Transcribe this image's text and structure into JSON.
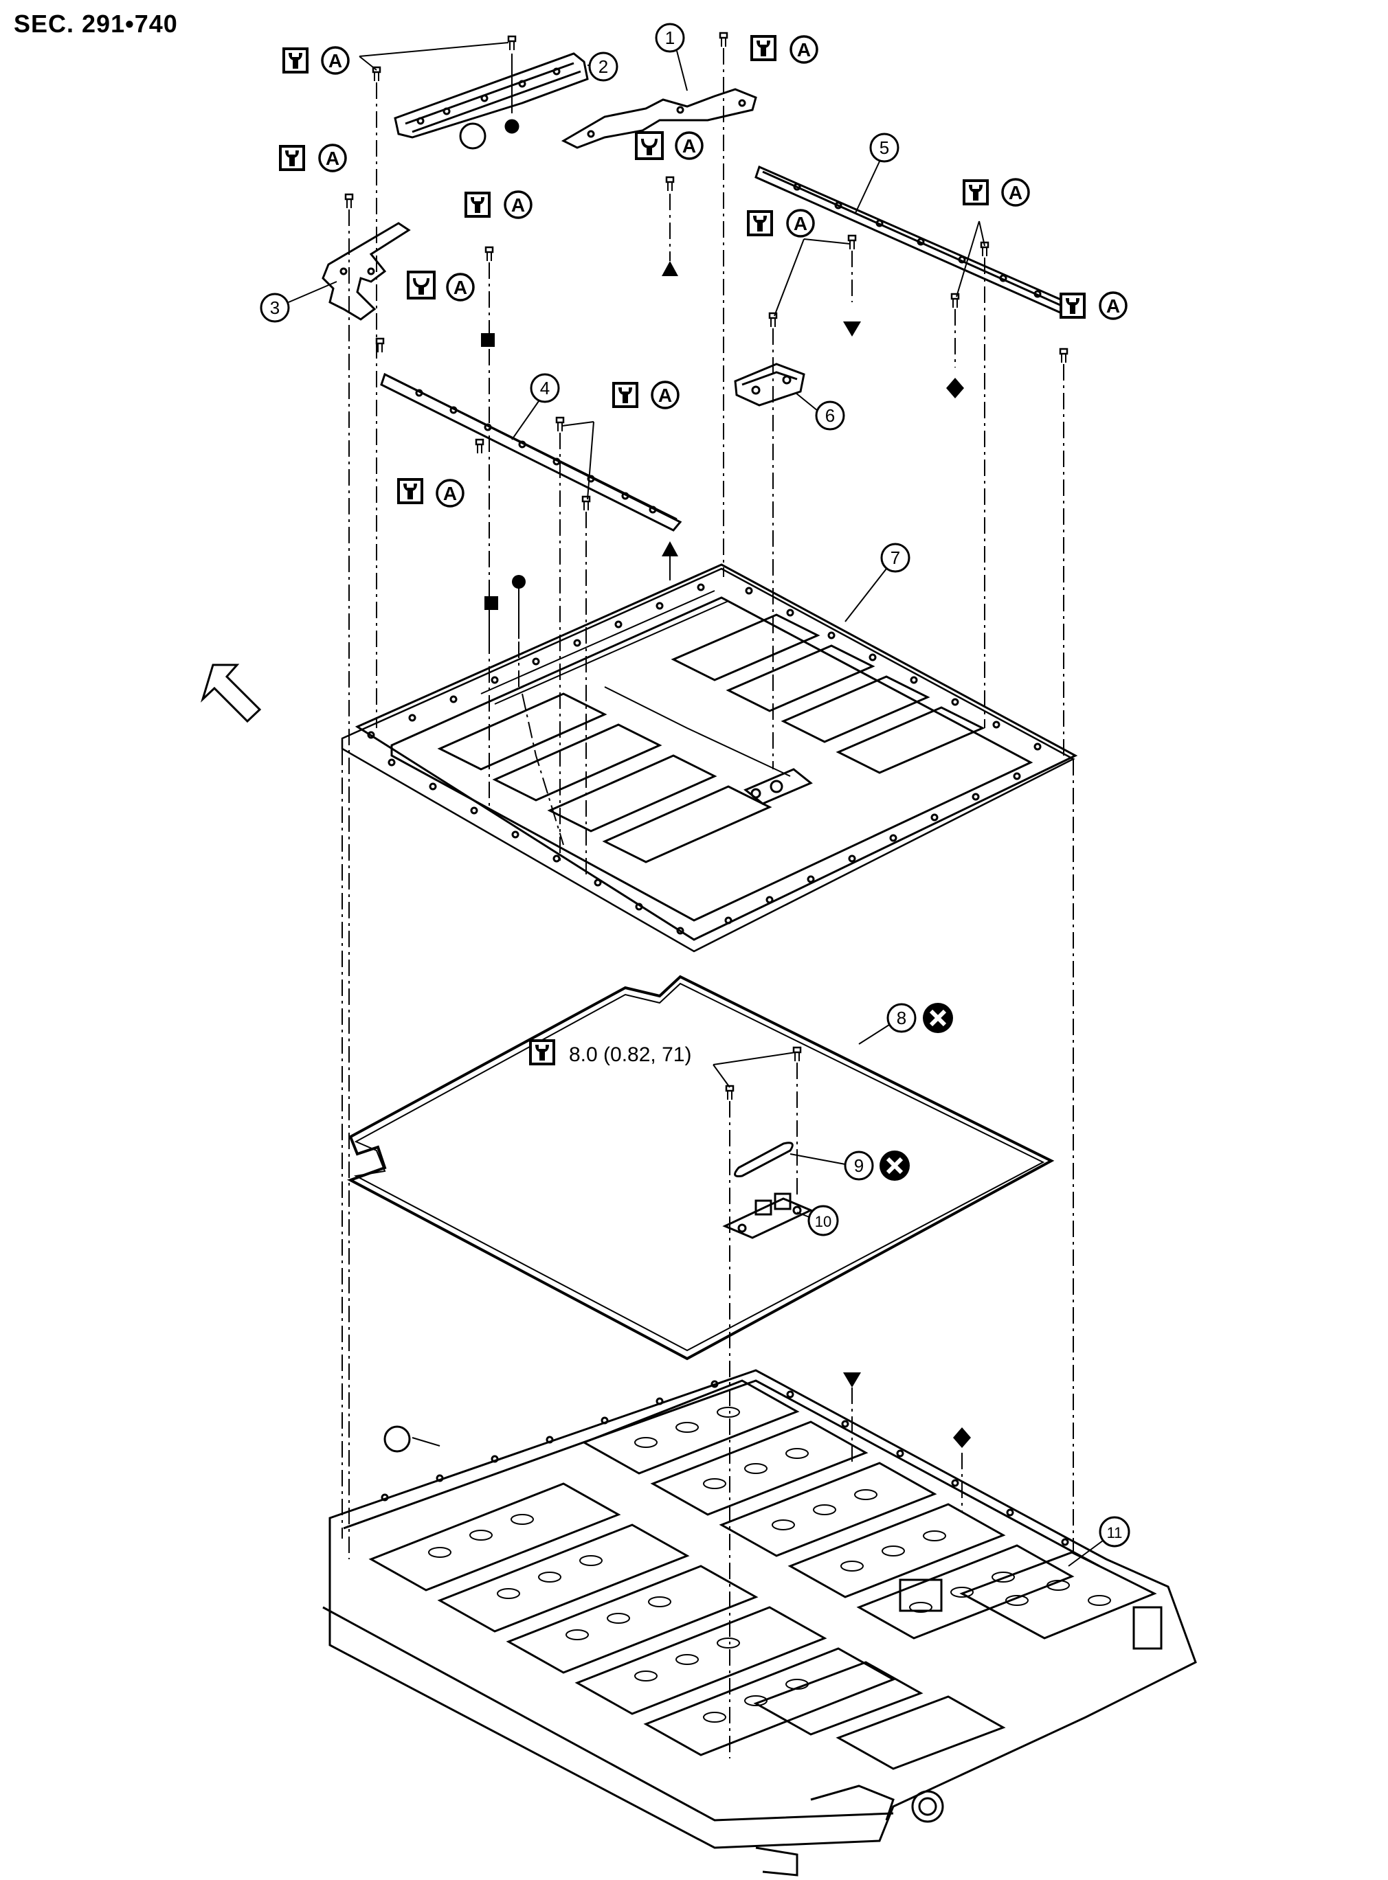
{
  "header": {
    "section_code": "SEC. 291•740"
  },
  "callouts": [
    "1",
    "2",
    "3",
    "4",
    "5",
    "6",
    "7",
    "8",
    "9",
    "10",
    "11"
  ],
  "torque": {
    "ref_label": "A",
    "spec_text": "8.0 (0.82, 71)"
  },
  "icons": {
    "torque": "torque-wrench-icon",
    "tighten_order": "tightening-sequence-icon",
    "replace": "do-not-reuse-icon",
    "front": "front-direction-arrow-icon",
    "match_marks": [
      "circle-mark",
      "open-circle-mark",
      "square-mark",
      "triangle-mark",
      "inverted-triangle-mark",
      "diamond-mark"
    ]
  },
  "colors": {
    "line": "#000000",
    "background": "#ffffff"
  }
}
